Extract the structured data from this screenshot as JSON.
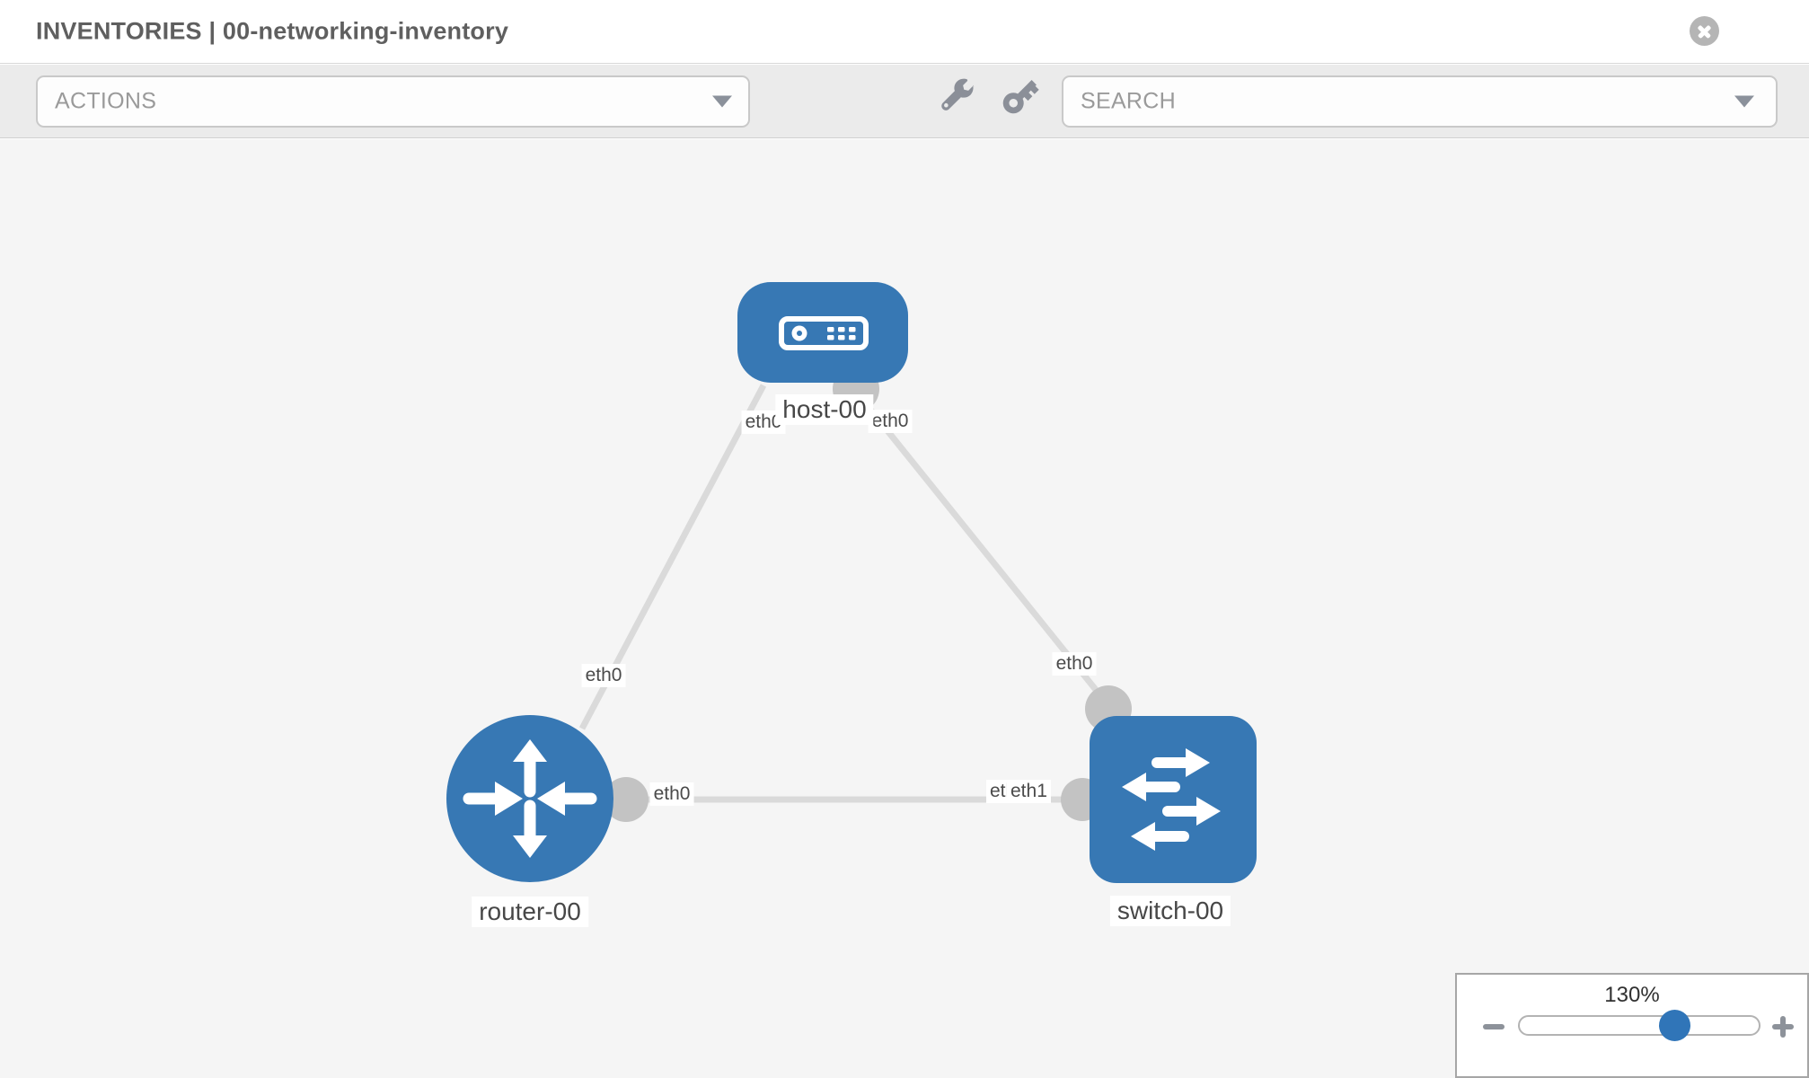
{
  "header": {
    "title": "INVENTORIES | 00-networking-inventory"
  },
  "toolbar": {
    "actions_label": "ACTIONS",
    "search_placeholder": "SEARCH"
  },
  "canvas": {
    "nodes": {
      "host": {
        "label": "host-00",
        "type": "host"
      },
      "router": {
        "label": "router-00",
        "type": "router"
      },
      "switch": {
        "label": "switch-00",
        "type": "switch"
      }
    },
    "interfaces": {
      "host_router_link_host_end": "eth0",
      "host_router_link_router_end": "eth0",
      "host_switch_link_host_end": "eth0",
      "host_switch_link_switch_end": "eth0",
      "router_switch_link_router_end": "eth0",
      "router_switch_link_switch_end_back": "eth0",
      "router_switch_link_switch_end_front": "eth1"
    }
  },
  "zoom_control": {
    "level": "130%"
  },
  "colors": {
    "node_blue": "#3778b4",
    "link_gray": "#dadada",
    "interface_dot_gray": "#c3c3c3",
    "toolbar_bg": "#ebebeb",
    "canvas_bg": "#f5f5f5"
  }
}
